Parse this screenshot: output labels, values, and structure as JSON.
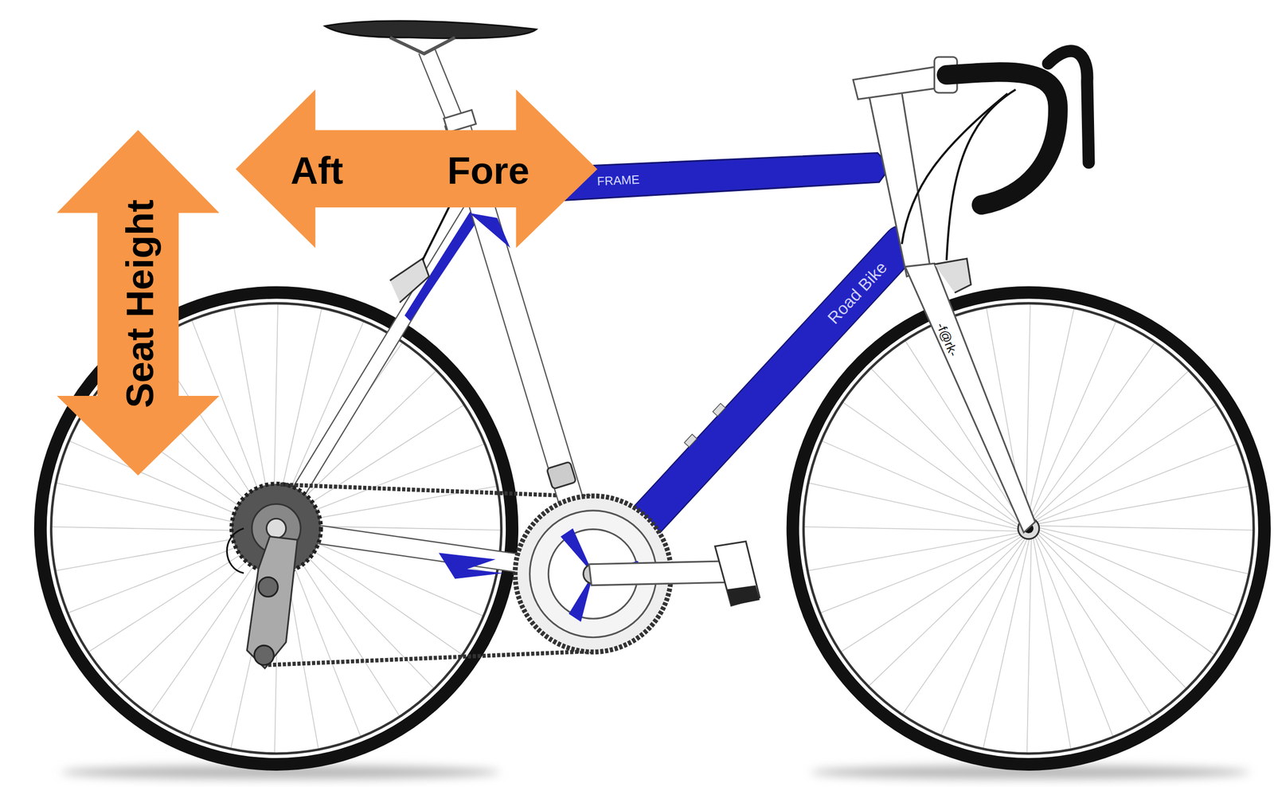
{
  "diagram": {
    "nodes": [
      {
        "text": [
          "Aft",
          "Fore"
        ]
      },
      {
        "text": [
          "Seat Height"
        ]
      }
    ],
    "labels": [
      "FRAME",
      "Road Bike",
      "-f@rk-"
    ]
  }
}
